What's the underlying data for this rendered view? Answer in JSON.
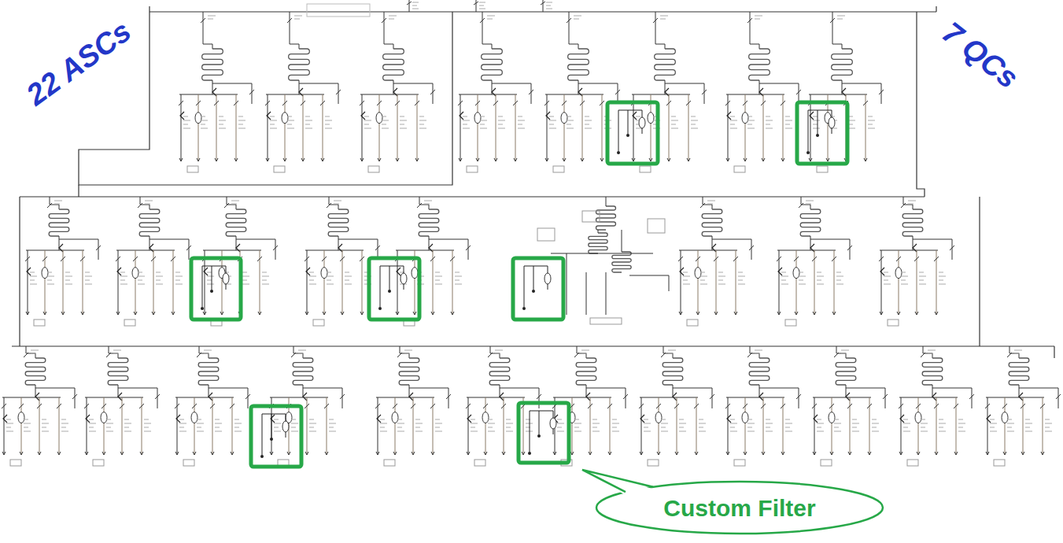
{
  "diagram": {
    "nodes": [
      {
        "text": [
          "Custom Filter"
        ]
      }
    ],
    "labels": [
      "22 ASCs",
      "7 QCs"
    ]
  }
}
